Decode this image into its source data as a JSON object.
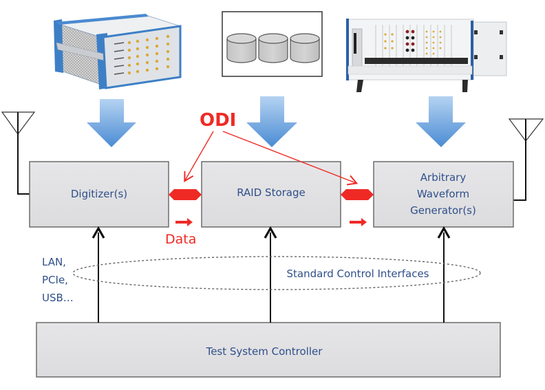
{
  "title": "Test system architecture with ODI data streaming",
  "colors": {
    "box_fill": "#e4e4e6",
    "box_stroke": "#6b6b6b",
    "text_blue": "#2f4f8a",
    "accent_red": "#ef2a25",
    "arrow_blue_top": "#a9cbef",
    "arrow_blue_bottom": "#4e8fd6"
  },
  "images": {
    "digitizer_chassis": {
      "label": "digitizer-chassis-image"
    },
    "raid_disks": {
      "label": "raid-disks-image",
      "disk_count": 3
    },
    "awg_chassis": {
      "label": "pxi-chassis-image"
    }
  },
  "blocks": {
    "digitizer": {
      "label": "Digitizer(s)"
    },
    "raid": {
      "label": "RAID Storage"
    },
    "awg": {
      "lines": [
        "Arbitrary",
        "Waveform",
        "Generator(s)"
      ]
    },
    "controller": {
      "label": "Test System Controller"
    }
  },
  "annotations": {
    "odi": "ODI",
    "data": "Data",
    "interfaces": [
      "LAN,",
      "PCIe,",
      "USB…"
    ],
    "standard_control": "Standard Control Interfaces"
  }
}
